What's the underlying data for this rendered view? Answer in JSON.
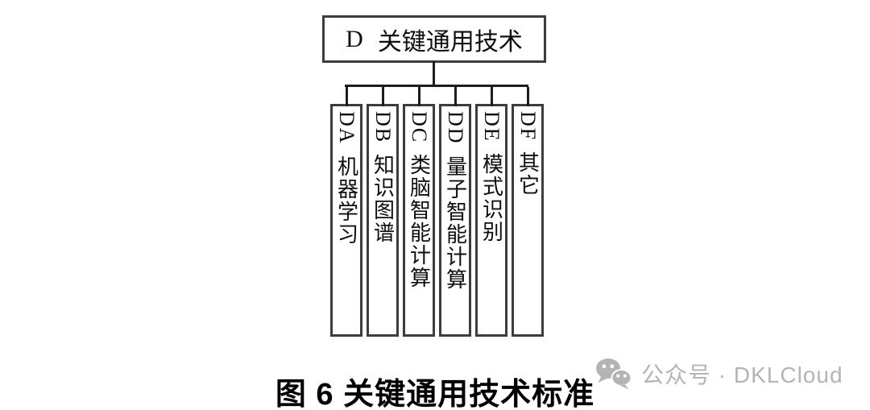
{
  "colors": {
    "background": "#ffffff",
    "border": "#3d3d3d",
    "line": "#1d1d1d",
    "text": "#0f0f0f",
    "caption": "#000000",
    "watermark": "#b4b4b4"
  },
  "diagram": {
    "root": {
      "code": "D",
      "name": "关键通用技术"
    },
    "children": [
      {
        "code": "DA",
        "name": "机器学习"
      },
      {
        "code": "DB",
        "name": "知识图谱"
      },
      {
        "code": "DC",
        "name": "类脑智能计算"
      },
      {
        "code": "DD",
        "name": "量子智能计算"
      },
      {
        "code": "DE",
        "name": "模式识别"
      },
      {
        "code": "DF",
        "name": "其它"
      }
    ]
  },
  "caption": {
    "text": "图 6 关键通用技术标准"
  },
  "watermark": {
    "icon": "wechat-icon",
    "text": "公众号 · DKLCloud"
  }
}
